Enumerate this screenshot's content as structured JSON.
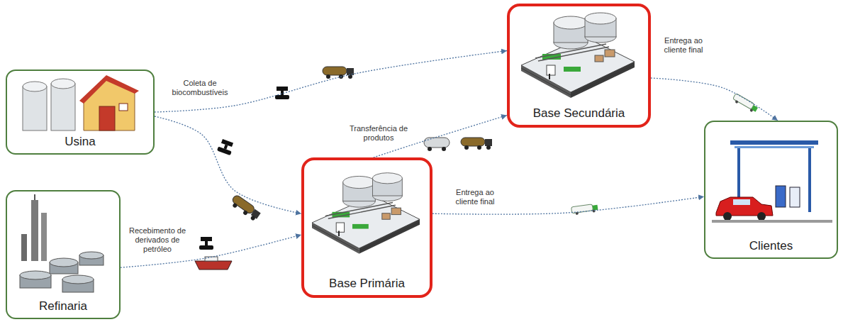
{
  "diagram": {
    "nodes": [
      {
        "text": [
          "Usina"
        ]
      },
      {
        "text": [
          "Refinaria"
        ]
      },
      {
        "text": [
          "Base Primária"
        ]
      },
      {
        "text": [
          "Base Secundária"
        ]
      },
      {
        "text": [
          "Clientes"
        ]
      }
    ],
    "edges": [
      {
        "from": 0,
        "to": 3,
        "label": "Coleta de biocombustíveis",
        "arrow": "to"
      },
      {
        "from": 0,
        "to": 2,
        "arrow": "to"
      },
      {
        "from": 1,
        "to": 2,
        "label": "Recebimento de derivados de petróleo",
        "arrow": "to"
      },
      {
        "from": 2,
        "to": 3,
        "label": "Transferência de produtos",
        "arrow": "to"
      },
      {
        "from": 3,
        "to": 4,
        "label": "Entrega ao cliente final",
        "arrow": "to"
      },
      {
        "from": 2,
        "to": 4,
        "label": "Entrega ao cliente final",
        "arrow": "to"
      }
    ]
  }
}
